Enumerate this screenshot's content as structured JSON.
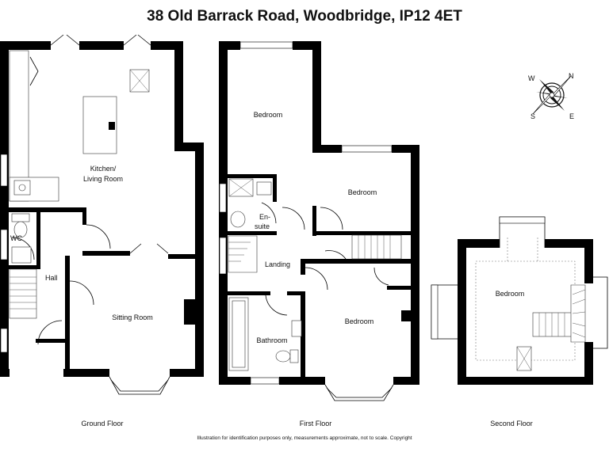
{
  "title": "38 Old Barrack Road, Woodbridge, IP12 4ET",
  "disclaimer": "Illustration for identification purposes only, measurements approximate, not to scale. Copyright",
  "floors": {
    "ground": "Ground Floor",
    "first": "First Floor",
    "second": "Second Floor"
  },
  "rooms": {
    "kitchen_line1": "Kitchen/",
    "kitchen_line2": "Living Room",
    "wc": "WC",
    "hall": "Hall",
    "sitting_room": "Sitting Room",
    "bedroom_1": "Bedroom",
    "bedroom_2": "Bedroom",
    "ensuite_line1": "En-",
    "ensuite_line2": "suite",
    "landing": "Landing",
    "bathroom": "Bathroom",
    "bedroom_3": "Bedroom",
    "bedroom_4": "Bedroom"
  },
  "compass": {
    "w": "W",
    "n": "N",
    "s": "S",
    "e": "E"
  },
  "colors": {
    "wall": "#000000",
    "background": "#ffffff"
  }
}
